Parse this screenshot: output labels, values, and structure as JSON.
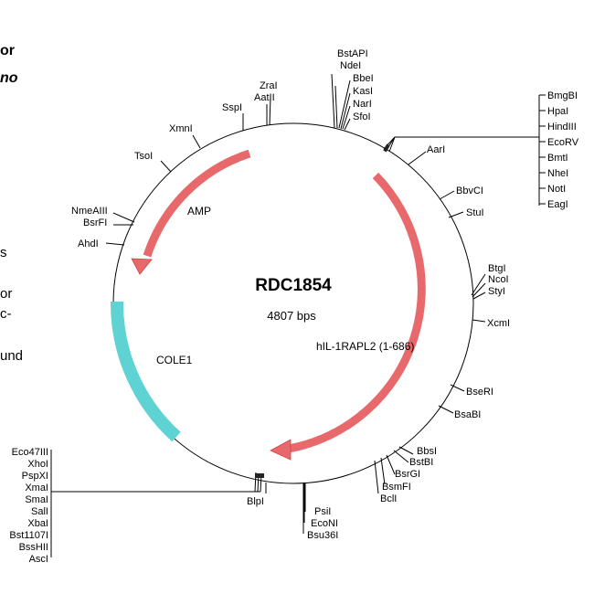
{
  "left_fragments": [
    "or",
    "no",
    "s",
    "or",
    "c-",
    "und"
  ],
  "plasmid": {
    "name": "RDC1854",
    "size": "4807 bps"
  },
  "features": [
    {
      "label": "AMP",
      "color": "#e8696b"
    },
    {
      "label": "hIL-1RAPL2 (1-686)",
      "color": "#e8696b"
    },
    {
      "label": "COLE1",
      "color": "#5fd3d3"
    }
  ],
  "sites": {
    "top_cluster": [
      "BstAPI",
      "NdeI",
      "BbeI",
      "KasI",
      "NarI",
      "SfoI"
    ],
    "zra_aat": [
      "ZraI",
      "AatII"
    ],
    "sspI": "SspI",
    "xmnI": "XmnI",
    "tsoI": "TsoI",
    "nme_bsr": [
      "NmeAIII",
      "BsrFI"
    ],
    "ahdI": "AhdI",
    "mcs_right": [
      "BmgBI",
      "HpaI",
      "HindIII",
      "EcoRV",
      "BmtI",
      "NheI",
      "NotI",
      "EagI"
    ],
    "aarI": "AarI",
    "bbvCI": "BbvCI",
    "stuI": "StuI",
    "btg_cluster": [
      "BtgI",
      "NcoI",
      "StyI"
    ],
    "xcmI": "XcmI",
    "bseRI": "BseRI",
    "bsaBI": "BsaBI",
    "lower_right": [
      "BbsI",
      "BstBI",
      "BsrGI",
      "BsmFI",
      "BclI"
    ],
    "bottom_cluster": [
      "PsiI",
      "EcoNI",
      "Bsu36I"
    ],
    "blpI": "BlpI",
    "mcs_left": [
      "Eco47III",
      "XhoI",
      "PspXI",
      "XmaI",
      "SmaI",
      "SalI",
      "XbaI",
      "Bst1107I",
      "BssHII",
      "AscI"
    ]
  }
}
